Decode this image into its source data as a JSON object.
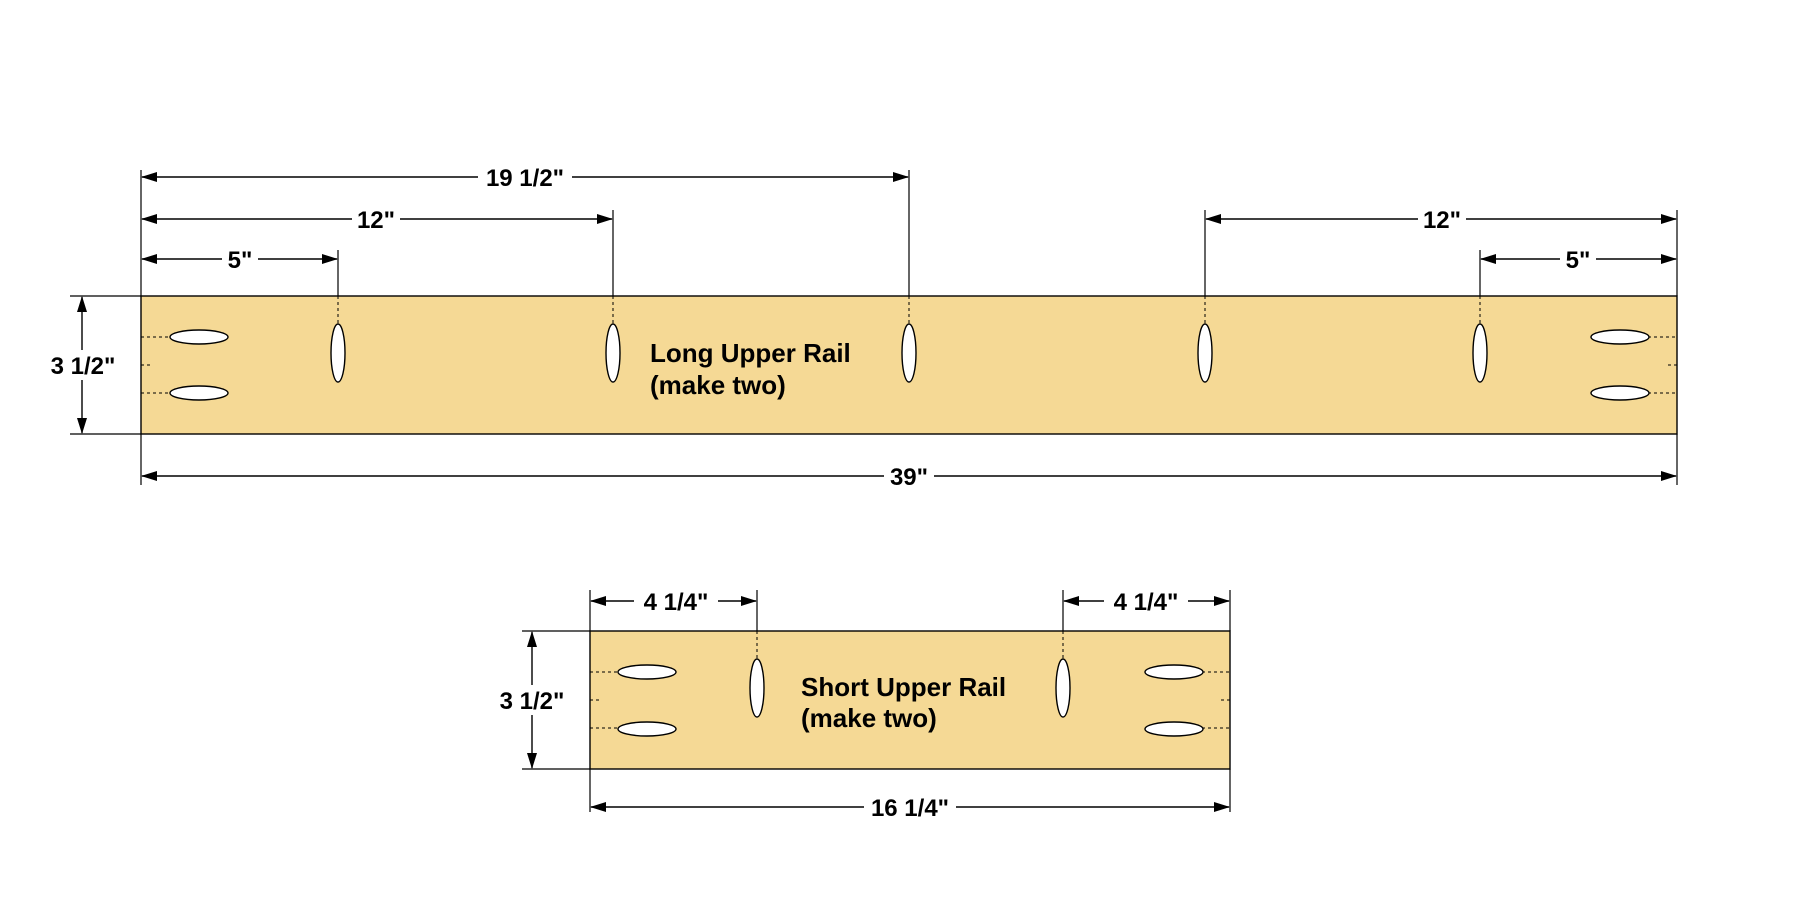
{
  "colors": {
    "board": "#f5d995",
    "ink": "#000000",
    "hole": "#ffffff",
    "background": "#ffffff"
  },
  "long_rail": {
    "label_line1": "Long Upper Rail",
    "label_line2": "(make two)",
    "length": "39\"",
    "width": "3 1/2\"",
    "dim_left_5": "5\"",
    "dim_left_12": "12\"",
    "dim_center": "19 1/2\"",
    "dim_right_12": "12\"",
    "dim_right_5": "5\""
  },
  "short_rail": {
    "label_line1": "Short Upper Rail",
    "label_line2": "(make two)",
    "length": "16 1/4\"",
    "width": "3 1/2\"",
    "dim_left": "4 1/4\"",
    "dim_right": "4 1/4\""
  }
}
